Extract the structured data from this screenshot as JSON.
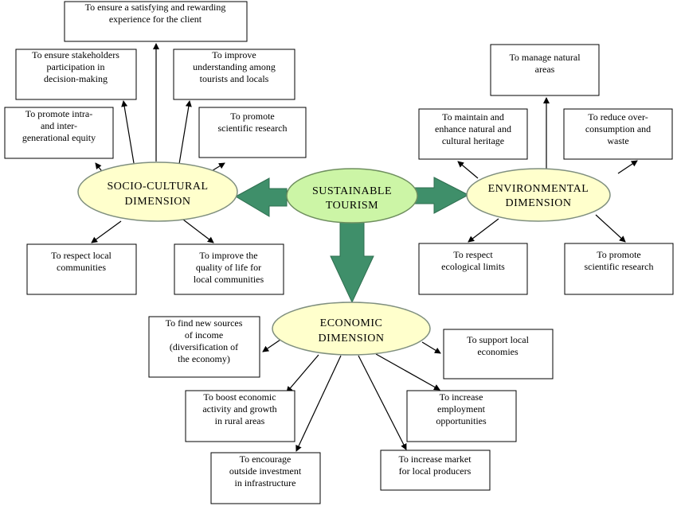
{
  "core": {
    "lines": [
      "SUSTAINABLE",
      "TOURISM"
    ]
  },
  "socio": {
    "lines": [
      "SOCIO-CULTURAL",
      "DIMENSION"
    ],
    "goals": [
      [
        "To ensure a satisfying and rewarding",
        "experience for the client"
      ],
      [
        "To ensure stakeholders",
        "participation in",
        "decision-making"
      ],
      [
        "To improve",
        "understanding among",
        "tourists and locals"
      ],
      [
        "To promote intra-",
        "and inter-",
        "generational equity"
      ],
      [
        "To promote",
        "scientific research"
      ],
      [
        "To respect local",
        "communities"
      ],
      [
        "To improve the",
        "quality of life for",
        "local communities"
      ]
    ]
  },
  "environmental": {
    "lines": [
      "ENVIRONMENTAL",
      "DIMENSION"
    ],
    "goals": [
      [
        "To manage natural",
        "areas"
      ],
      [
        "To maintain and",
        "enhance natural and",
        "cultural heritage"
      ],
      [
        "To reduce over-",
        "consumption and",
        "waste"
      ],
      [
        "To respect",
        "ecological limits"
      ],
      [
        "To promote",
        "scientific research"
      ]
    ]
  },
  "economic": {
    "lines": [
      "ECONOMIC",
      "DIMENSION"
    ],
    "goals": [
      [
        "To find new sources",
        "of income",
        "(diversification of",
        "the economy)"
      ],
      [
        "To support local",
        "economies"
      ],
      [
        "To boost economic",
        "activity and growth",
        "in rural areas"
      ],
      [
        "To increase",
        "employment",
        "opportunities"
      ],
      [
        "To encourage",
        "outside investment",
        "in infrastructure"
      ],
      [
        "To increase market",
        "for local producers"
      ]
    ]
  }
}
